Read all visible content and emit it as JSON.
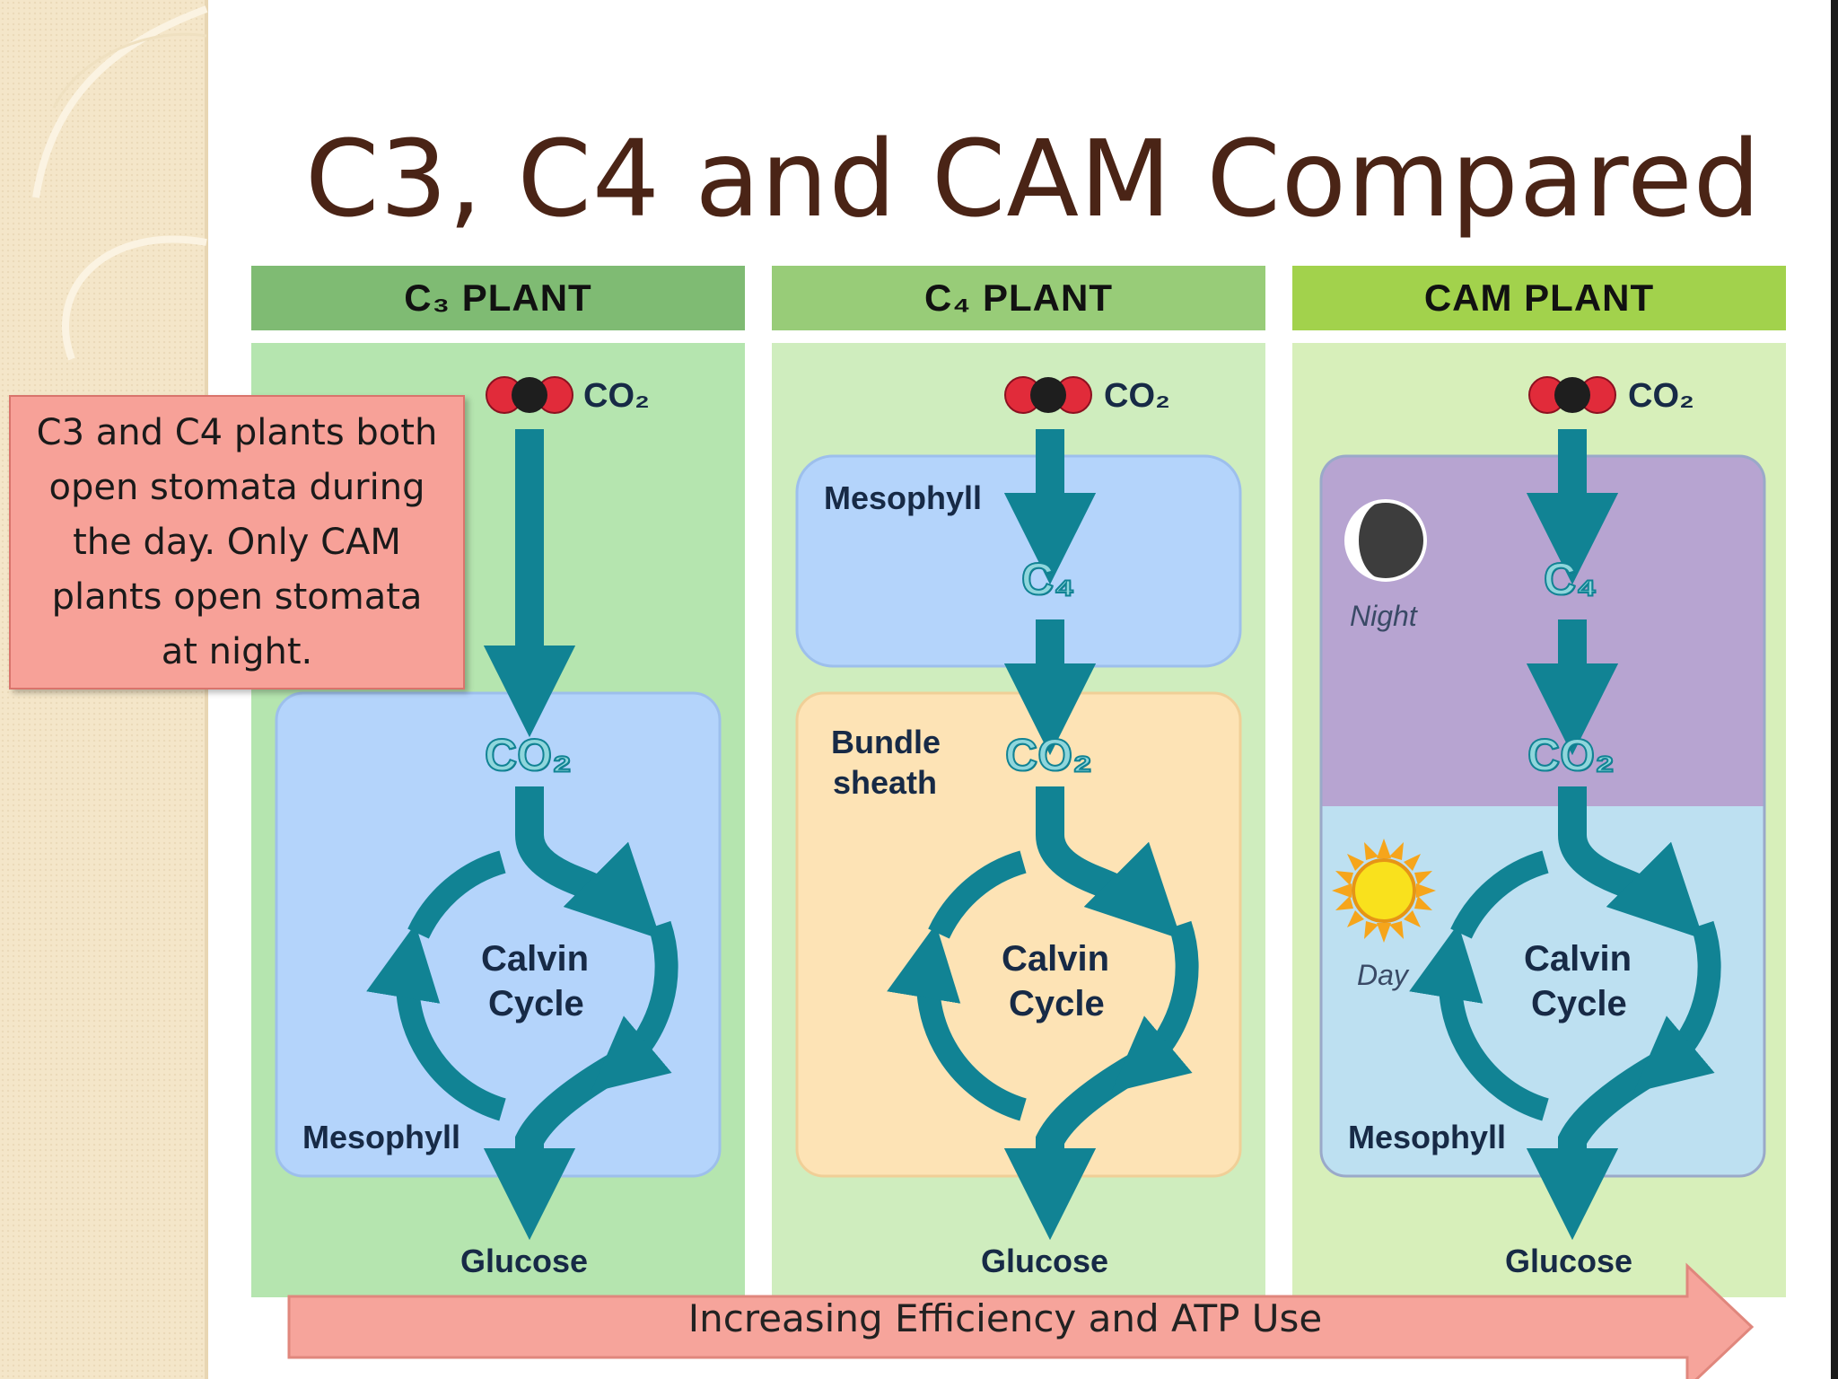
{
  "title": "C3, C4 and CAM Compared",
  "note": "C3 and C4 plants both open stomata during the day. Only CAM plants open stomata at night.",
  "columns": [
    {
      "header": "C₃ PLANT",
      "molecule_label": "CO₂",
      "inner_co2": "CO₂",
      "cycle_line1": "Calvin",
      "cycle_line2": "Cycle",
      "region_label": "Mesophyll",
      "product": "Glucose"
    },
    {
      "header": "C₄ PLANT",
      "molecule_label": "CO₂",
      "region_top_label": "Mesophyll",
      "c4_label": "C₄",
      "region_bottom_line1": "Bundle",
      "region_bottom_line2": "sheath",
      "inner_co2": "CO₂",
      "cycle_line1": "Calvin",
      "cycle_line2": "Cycle",
      "product": "Glucose"
    },
    {
      "header": "CAM PLANT",
      "molecule_label": "CO₂",
      "c4_label": "C₄",
      "night_label": "Night",
      "day_label": "Day",
      "inner_co2": "CO₂",
      "cycle_line1": "Calvin",
      "cycle_line2": "Cycle",
      "region_label": "Mesophyll",
      "product": "Glucose"
    }
  ],
  "footer_arrow": "Increasing Efficiency and ATP Use",
  "colors": {
    "title": "#4a2416",
    "header_c3": "#7fbb73",
    "header_c4": "#98cc78",
    "header_cam": "#a2d24c",
    "panel_c3": "#b5e5af",
    "panel_c4": "#cfedbe",
    "panel_cam": "#d7efba",
    "mesophyll_blue": "#b4d4fb",
    "bundle_sheath": "#fde3b5",
    "night_purple": "#b7a4d1",
    "day_blue": "#bde0f1",
    "arrow_teal": "#118394",
    "note_fill": "#f7a198",
    "footer_arrow": "#f6a49b"
  },
  "icons": [
    "co2-molecule-icon",
    "moon-icon",
    "sun-icon",
    "down-arrow-icon",
    "cycle-arrow-icon"
  ]
}
